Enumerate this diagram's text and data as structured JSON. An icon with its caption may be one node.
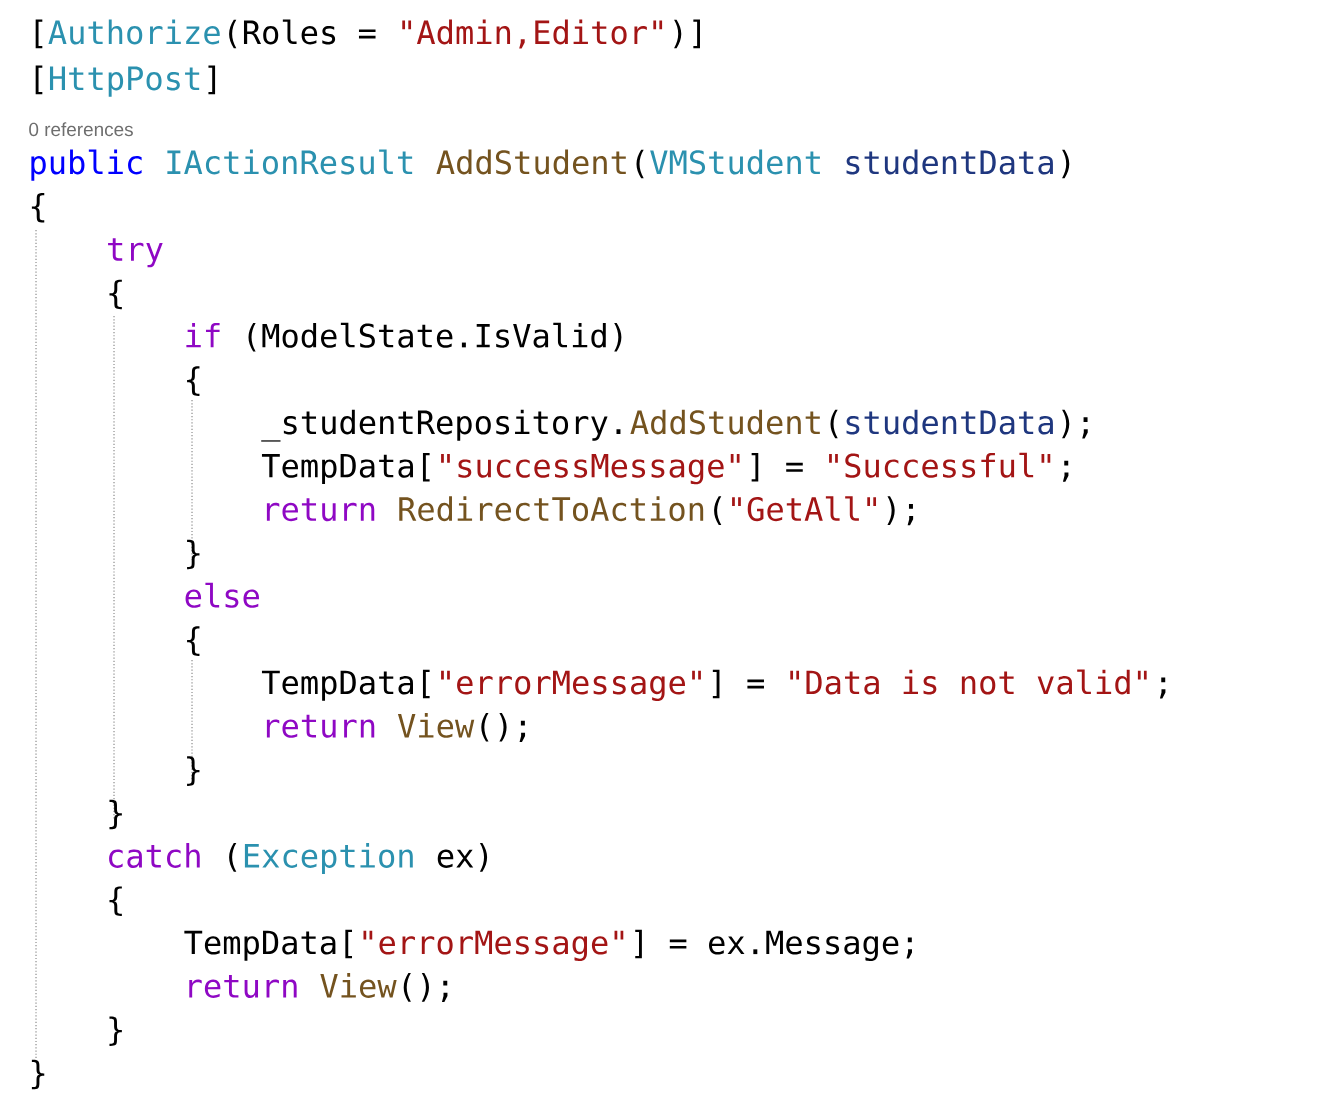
{
  "diagram": {
    "labels": [
      "[",
      "Authorize",
      "(Roles =",
      "\"Admin,Editor\"",
      ")]",
      "[",
      "HttpPost",
      "]",
      "0 references",
      "public",
      "IActionResult",
      "AddStudent",
      "(",
      "VMStudent",
      "studentData",
      ")",
      "{",
      "try",
      "{",
      "if",
      "(ModelState.IsValid)",
      "{",
      "_studentRepository.",
      "AddStudent",
      "(",
      "studentData",
      ");",
      "TempData[",
      "\"successMessage\"",
      "] =",
      "\"Successful\"",
      ";",
      "return",
      "RedirectToAction",
      "(",
      "\"GetAll\"",
      ");",
      "}",
      "else",
      "{",
      "TempData[",
      "\"errorMessage\"",
      "] =",
      "\"Data is not valid\"",
      ";",
      "return",
      "View",
      "();",
      "}",
      "}",
      "catch",
      "(",
      "Exception",
      "ex)",
      "{",
      "TempData[",
      "\"errorMessage\"",
      "] = ex.Message;",
      "return",
      "View",
      "();",
      "}",
      "}"
    ]
  }
}
